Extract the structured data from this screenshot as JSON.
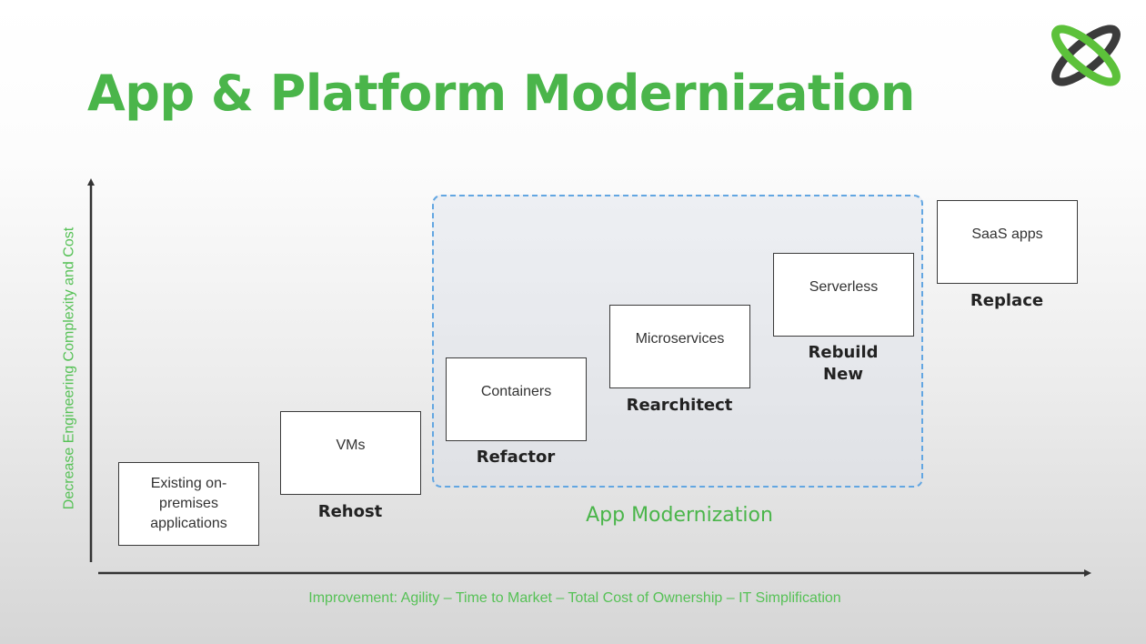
{
  "slide": {
    "title": "App & Platform Modernization",
    "title_color": "#4ab54a",
    "logo_icon": "green-orbit-x-logo"
  },
  "axes": {
    "y_label": "Decrease Engineering Complexity and Cost",
    "x_label": "Improvement: Agility – Time to Market – Total Cost of Ownership – IT Simplification",
    "label_color": "#56c156"
  },
  "group": {
    "label": "App Modernization",
    "border_color": "#62a6e2"
  },
  "stages": [
    {
      "box": "Existing on-premises applications",
      "caption": ""
    },
    {
      "box": "VMs",
      "caption": "Rehost"
    },
    {
      "box": "Containers",
      "caption": "Refactor"
    },
    {
      "box": "Microservices",
      "caption": "Rearchitect"
    },
    {
      "box": "Serverless",
      "caption": "Rebuild New"
    },
    {
      "box": "SaaS apps",
      "caption": "Replace"
    }
  ]
}
